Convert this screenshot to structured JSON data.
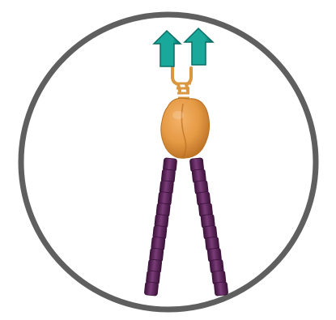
{
  "diagram": {
    "elements": [
      {
        "name": "teal-arrow-left"
      },
      {
        "name": "teal-arrow-right"
      },
      {
        "name": "orange-linker-ladder"
      },
      {
        "name": "orange-globular-head"
      },
      {
        "name": "purple-bead-chain-left"
      },
      {
        "name": "purple-bead-chain-right"
      }
    ],
    "colors": {
      "ring": "#5f5f5f",
      "arrow_fill": "#1aa89a",
      "arrow_dark": "#0c6e66",
      "orange_light": "#f4b36a",
      "orange": "#e59a45",
      "orange_dark": "#b86f22",
      "linker": "#d9973f",
      "bead": "#5a2559",
      "bead_light": "#7a3c78",
      "bead_dark": "#3b1239"
    },
    "beads_per_chain": 12
  }
}
